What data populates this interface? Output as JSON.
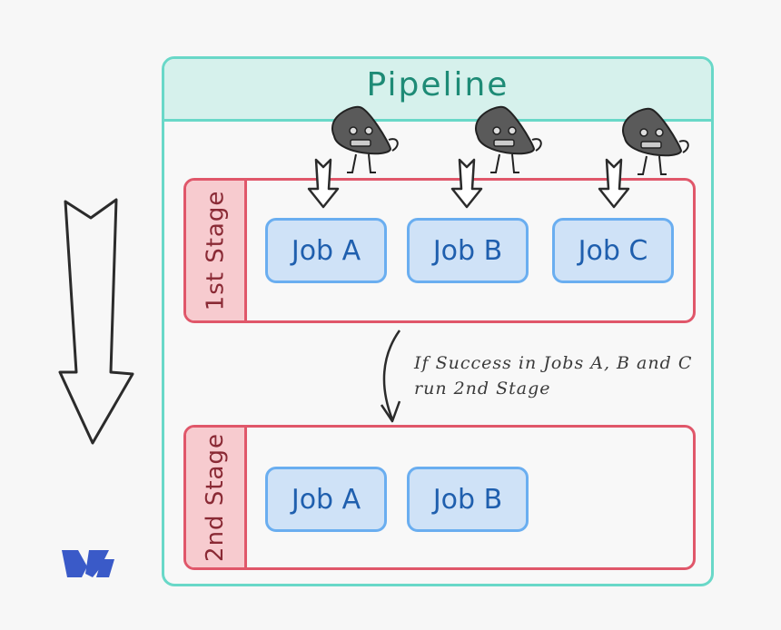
{
  "pipeline": {
    "title": "Pipeline"
  },
  "stages": [
    {
      "label": "1st Stage",
      "jobs": [
        "Job A",
        "Job B",
        "Job C"
      ]
    },
    {
      "label": "2nd Stage",
      "jobs": [
        "Job A",
        "Job B"
      ]
    }
  ],
  "note": {
    "line1": "If Success in Jobs A, B and C",
    "line2": "run 2nd Stage"
  },
  "colors": {
    "pipeline_border": "#69d8c8",
    "pipeline_header": "#d6f1ec",
    "stage_border": "#e0576a",
    "stage_label_bg": "#f7cbcf",
    "job_border": "#6aaef0",
    "job_fill": "#cfe2f7",
    "runner_fill": "#5a5a5a"
  },
  "icons": [
    "runner-robot-icon",
    "down-arrow-icon",
    "flow-arrow-icon",
    "logo-icon"
  ]
}
